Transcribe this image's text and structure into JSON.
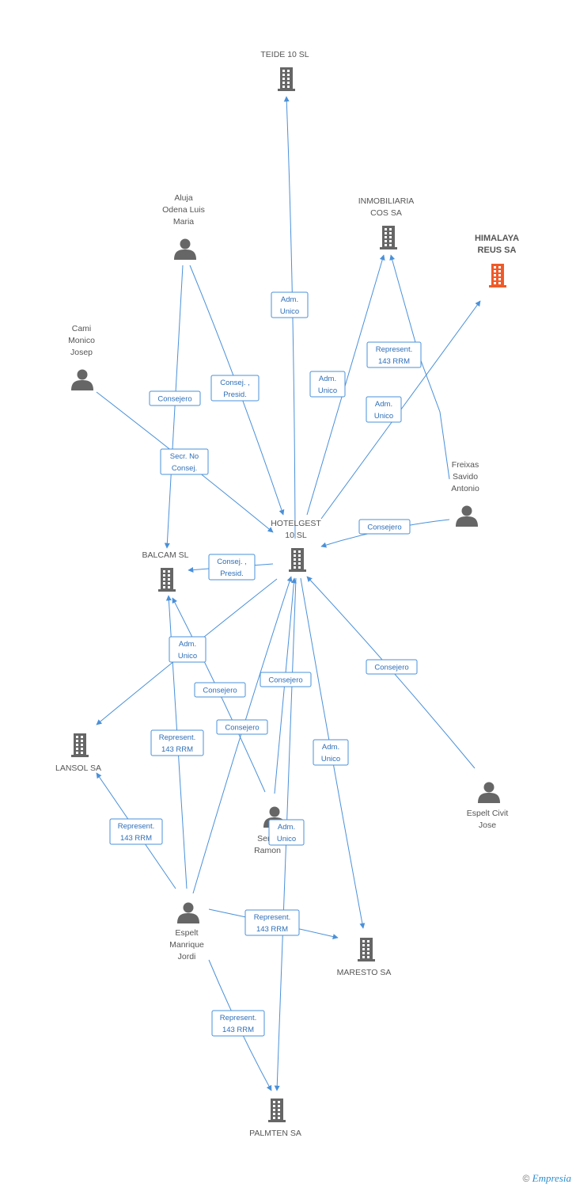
{
  "colors": {
    "edge": "#4a90d9",
    "node": "#666666",
    "main": "#f05a28"
  },
  "nodes": [
    {
      "id": "teide",
      "kind": "company",
      "lines": [
        "TEIDE 10 SL"
      ]
    },
    {
      "id": "inmob",
      "kind": "company",
      "lines": [
        "INMOBILIARIA",
        "COS SA"
      ]
    },
    {
      "id": "himalaya",
      "kind": "main",
      "lines": [
        "HIMALAYA",
        "REUS SA"
      ]
    },
    {
      "id": "aluja",
      "kind": "person",
      "lines": [
        "Aluja",
        "Odena Luis",
        "Maria"
      ]
    },
    {
      "id": "cami",
      "kind": "person",
      "lines": [
        "Cami",
        "Monico",
        "Josep"
      ]
    },
    {
      "id": "freixas",
      "kind": "person",
      "lines": [
        "Freixas",
        "Savido",
        "Antonio"
      ]
    },
    {
      "id": "hotelgest",
      "kind": "company",
      "lines": [
        "HOTELGEST",
        "10 SL"
      ]
    },
    {
      "id": "balcam",
      "kind": "company",
      "lines": [
        "BALCAM SL"
      ]
    },
    {
      "id": "lansol",
      "kind": "company",
      "lines": [
        "LANSOL SA"
      ]
    },
    {
      "id": "serra",
      "kind": "person",
      "lines": [
        "Serra",
        "Ramon"
      ]
    },
    {
      "id": "espeltcivit",
      "kind": "person",
      "lines": [
        "Espelt Civit",
        "Jose"
      ]
    },
    {
      "id": "espeltmanrique",
      "kind": "person",
      "lines": [
        "Espelt",
        "Manrique",
        "Jordi"
      ]
    },
    {
      "id": "maresto",
      "kind": "company",
      "lines": [
        "MARESTO SA"
      ]
    },
    {
      "id": "palmten",
      "kind": "company",
      "lines": [
        "PALMTEN SA"
      ]
    }
  ],
  "edges": [
    {
      "lines": [
        "Adm.",
        "Unico"
      ]
    },
    {
      "lines": [
        "Adm.",
        "Unico"
      ]
    },
    {
      "lines": [
        "Represent.",
        "143 RRM"
      ]
    },
    {
      "lines": [
        "Adm.",
        "Unico"
      ]
    },
    {
      "lines": [
        "Consej. ,",
        "Presid."
      ]
    },
    {
      "lines": [
        "Consejero"
      ]
    },
    {
      "lines": [
        "Secr.  No",
        "Consej."
      ]
    },
    {
      "lines": [
        "Consejero"
      ]
    },
    {
      "lines": [
        "Consej. ,",
        "Presid."
      ]
    },
    {
      "lines": [
        "Adm.",
        "Unico"
      ]
    },
    {
      "lines": [
        "Consejero"
      ]
    },
    {
      "lines": [
        "Consejero"
      ]
    },
    {
      "lines": [
        "Consejero"
      ]
    },
    {
      "lines": [
        "Consejero"
      ]
    },
    {
      "lines": [
        "Represent.",
        "143 RRM"
      ]
    },
    {
      "lines": [
        "Adm.",
        "Unico"
      ]
    },
    {
      "lines": [
        "Represent.",
        "143 RRM"
      ]
    },
    {
      "lines": [
        "Adm.",
        "Unico"
      ]
    },
    {
      "lines": [
        "Represent.",
        "143 RRM"
      ]
    },
    {
      "lines": [
        "Represent.",
        "143 RRM"
      ]
    }
  ],
  "footer": {
    "copyright": "©",
    "brand": "Empresia"
  }
}
